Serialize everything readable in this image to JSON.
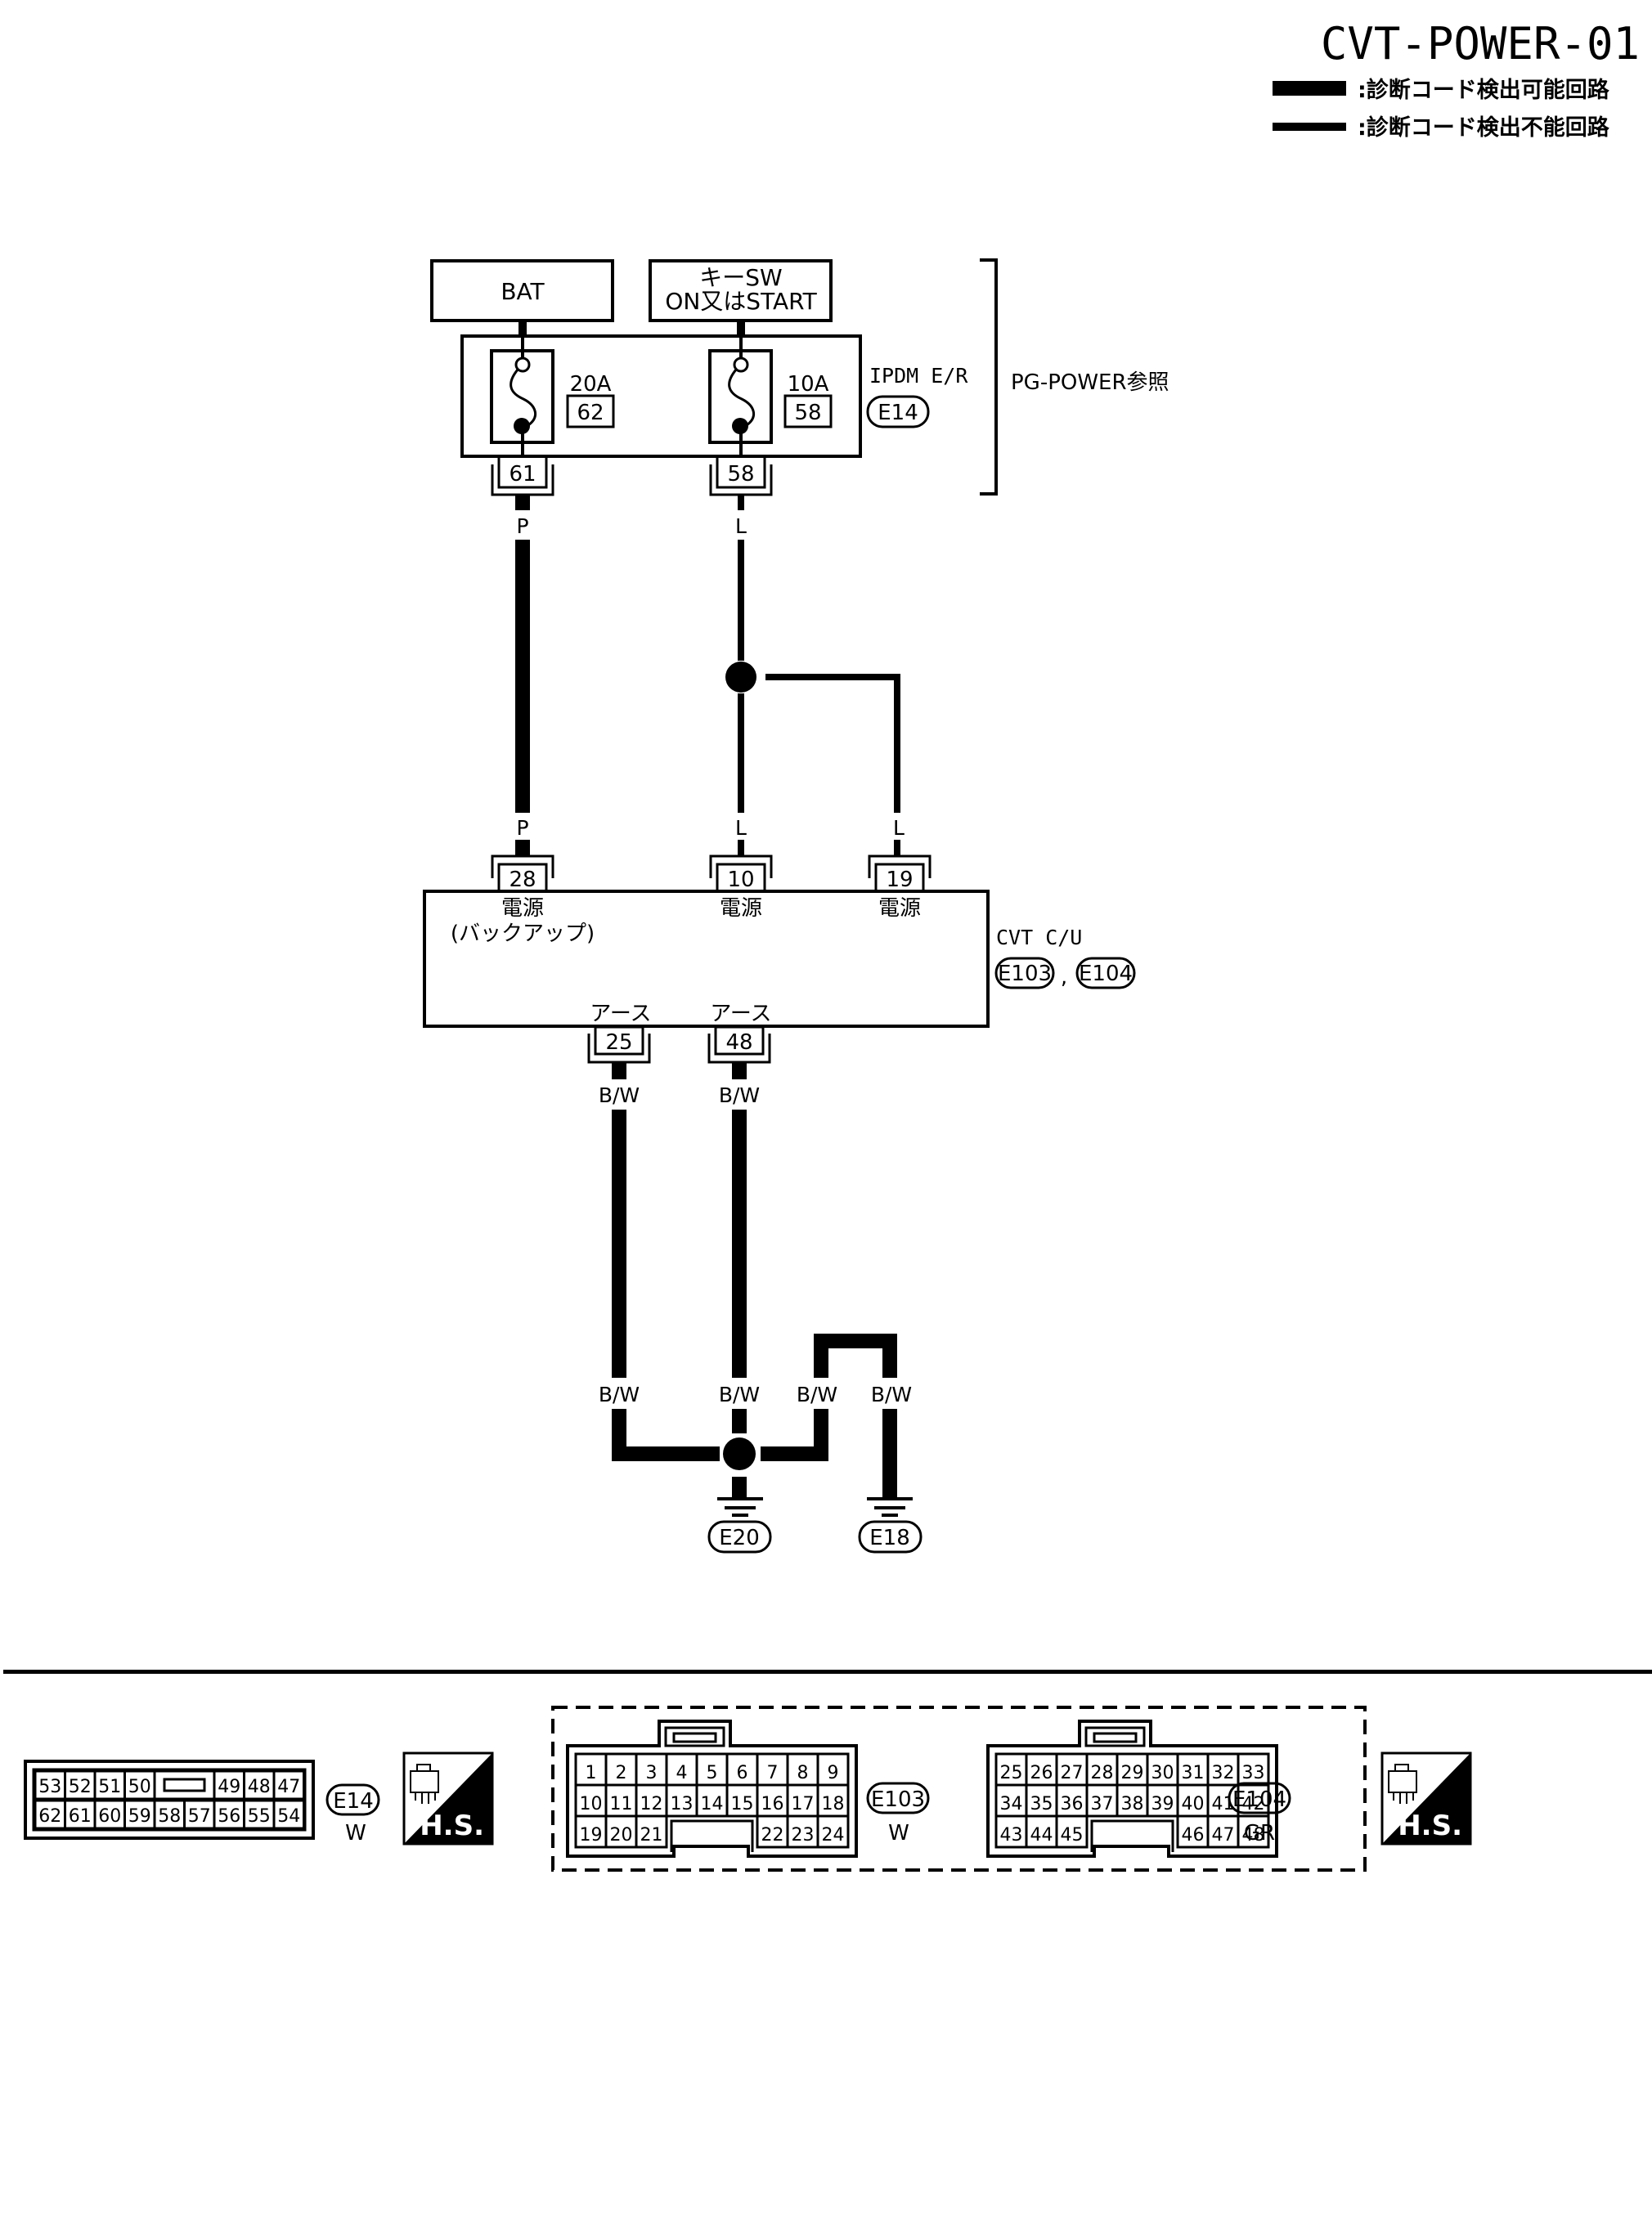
{
  "header": {
    "title": "CVT-POWER-01",
    "legend": [
      {
        "style": "thick",
        "label": ":診断コード検出可能回路"
      },
      {
        "style": "thin",
        "label": ":診断コード検出不能回路"
      }
    ]
  },
  "sources": {
    "bat": "BAT",
    "key_sw_line1": "キーSW",
    "key_sw_line2": "ON又はSTART"
  },
  "ipdm": {
    "name": "IPDM E/R",
    "connector": "E14",
    "reference": "PG-POWER参照",
    "fuses": [
      {
        "rating": "20A",
        "fuse_no": "62",
        "output_pin": "61",
        "wire_color": "P"
      },
      {
        "rating": "10A",
        "fuse_no": "58",
        "output_pin": "58",
        "wire_color": "L"
      }
    ]
  },
  "cvt_cu": {
    "name": "CVT C/U",
    "connectors": [
      "E103",
      "E104"
    ],
    "separator": ",",
    "input_pins": [
      {
        "pin": "28",
        "wire_color": "P",
        "label1": "電源",
        "label2": "(バックアップ)"
      },
      {
        "pin": "10",
        "wire_color": "L",
        "label1": "電源"
      },
      {
        "pin": "19",
        "wire_color": "L",
        "label1": "電源"
      }
    ],
    "ground_pins": [
      {
        "pin": "25",
        "wire_color": "B/W",
        "label": "アース"
      },
      {
        "pin": "48",
        "wire_color": "B/W",
        "label": "アース"
      }
    ]
  },
  "grounds": {
    "wire_labels": [
      "B/W",
      "B/W",
      "B/W",
      "B/W"
    ],
    "points": [
      "E20",
      "E18"
    ]
  },
  "connector_views": {
    "e14": {
      "id": "E14",
      "color": "W",
      "row1": [
        "53",
        "52",
        "51",
        "50",
        "",
        "49",
        "48",
        "47"
      ],
      "row2": [
        "62",
        "61",
        "60",
        "59",
        "58",
        "57",
        "56",
        "55",
        "54"
      ]
    },
    "e103": {
      "id": "E103",
      "color": "W",
      "row1": [
        "1",
        "2",
        "3",
        "4",
        "5",
        "6",
        "7",
        "8",
        "9"
      ],
      "row2": [
        "10",
        "11",
        "12",
        "13",
        "14",
        "15",
        "16",
        "17",
        "18"
      ],
      "row3_left": [
        "19",
        "20",
        "21"
      ],
      "row3_right": [
        "22",
        "23",
        "24"
      ]
    },
    "e104": {
      "id": "E104",
      "color": "GR",
      "row1": [
        "25",
        "26",
        "27",
        "28",
        "29",
        "30",
        "31",
        "32",
        "33"
      ],
      "row2": [
        "34",
        "35",
        "36",
        "37",
        "38",
        "39",
        "40",
        "41",
        "42"
      ],
      "row3_left": [
        "43",
        "44",
        "45"
      ],
      "row3_right": [
        "46",
        "47",
        "48"
      ]
    },
    "hs_badge": "H.S."
  }
}
